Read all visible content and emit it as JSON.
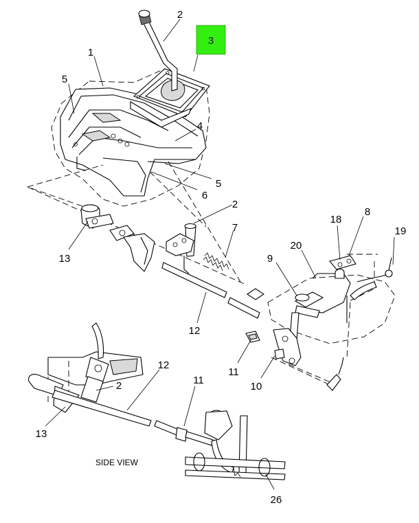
{
  "callouts": [
    {
      "id": "c2-top",
      "text": "2"
    },
    {
      "id": "c3",
      "text": "3"
    },
    {
      "id": "c1",
      "text": "1"
    },
    {
      "id": "c5-left",
      "text": "5"
    },
    {
      "id": "c4",
      "text": "4"
    },
    {
      "id": "c5-right",
      "text": "5"
    },
    {
      "id": "c6",
      "text": "6"
    },
    {
      "id": "c2-mid",
      "text": "2"
    },
    {
      "id": "c7",
      "text": "7"
    },
    {
      "id": "c13-top",
      "text": "13"
    },
    {
      "id": "c12-mid",
      "text": "12"
    },
    {
      "id": "c11-mid",
      "text": "11"
    },
    {
      "id": "c10",
      "text": "10"
    },
    {
      "id": "c18",
      "text": "18"
    },
    {
      "id": "c8",
      "text": "8"
    },
    {
      "id": "c19",
      "text": "19"
    },
    {
      "id": "c9",
      "text": "9"
    },
    {
      "id": "c20",
      "text": "20"
    },
    {
      "id": "c2-low",
      "text": "2"
    },
    {
      "id": "c12-low",
      "text": "12"
    },
    {
      "id": "c11-low",
      "text": "11"
    },
    {
      "id": "c13-low",
      "text": "13"
    },
    {
      "id": "c26",
      "text": "26"
    }
  ],
  "highlight": {
    "text": "3",
    "color": "#33ee11"
  },
  "caption": "SIDE VIEW"
}
